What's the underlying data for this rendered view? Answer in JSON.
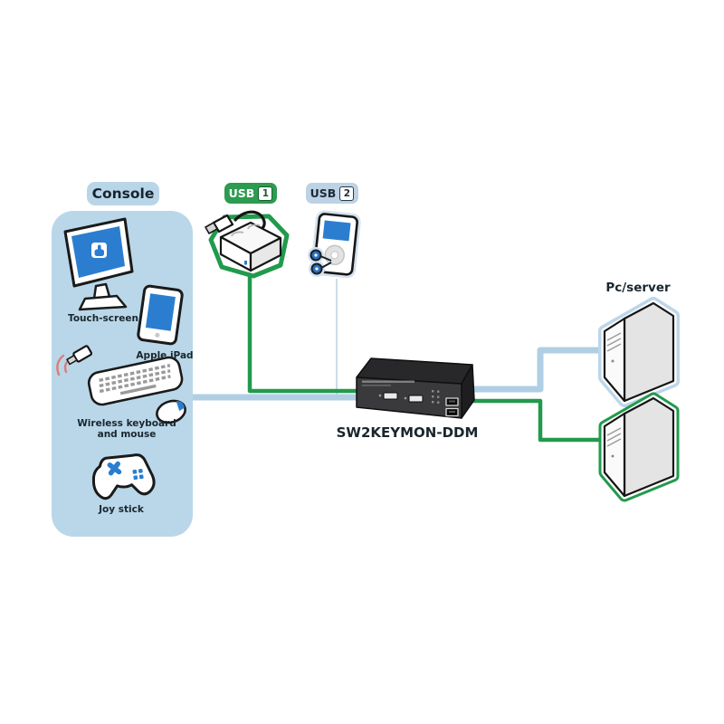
{
  "console": {
    "title": "Console",
    "devices": [
      {
        "label": "Touch-screen",
        "icon": "touch-screen-monitor-icon"
      },
      {
        "label": "Apple iPad",
        "icon": "tablet-icon"
      },
      {
        "label": "Wireless keyboard and mouse",
        "icon": "wireless-keyboard-mouse-icon"
      },
      {
        "label": "Joy stick",
        "icon": "gamepad-icon"
      }
    ]
  },
  "usb_ports": [
    {
      "label": "USB",
      "number": "1",
      "device": "usb-storage-drive",
      "badge_color": "#2d9b50"
    },
    {
      "label": "USB",
      "number": "2",
      "device": "portable-media-player",
      "badge_color": "#bdd2e4"
    }
  ],
  "kvm_switch": {
    "model": "SW2KEYMON-DDM"
  },
  "servers": {
    "label": "Pc/server",
    "count": 2
  },
  "colors": {
    "console_panel": "#b9d7e9",
    "connection_blue": "#b0cfe4",
    "connection_green": "#229a4d",
    "device_accent_blue": "#2b7ecf"
  }
}
